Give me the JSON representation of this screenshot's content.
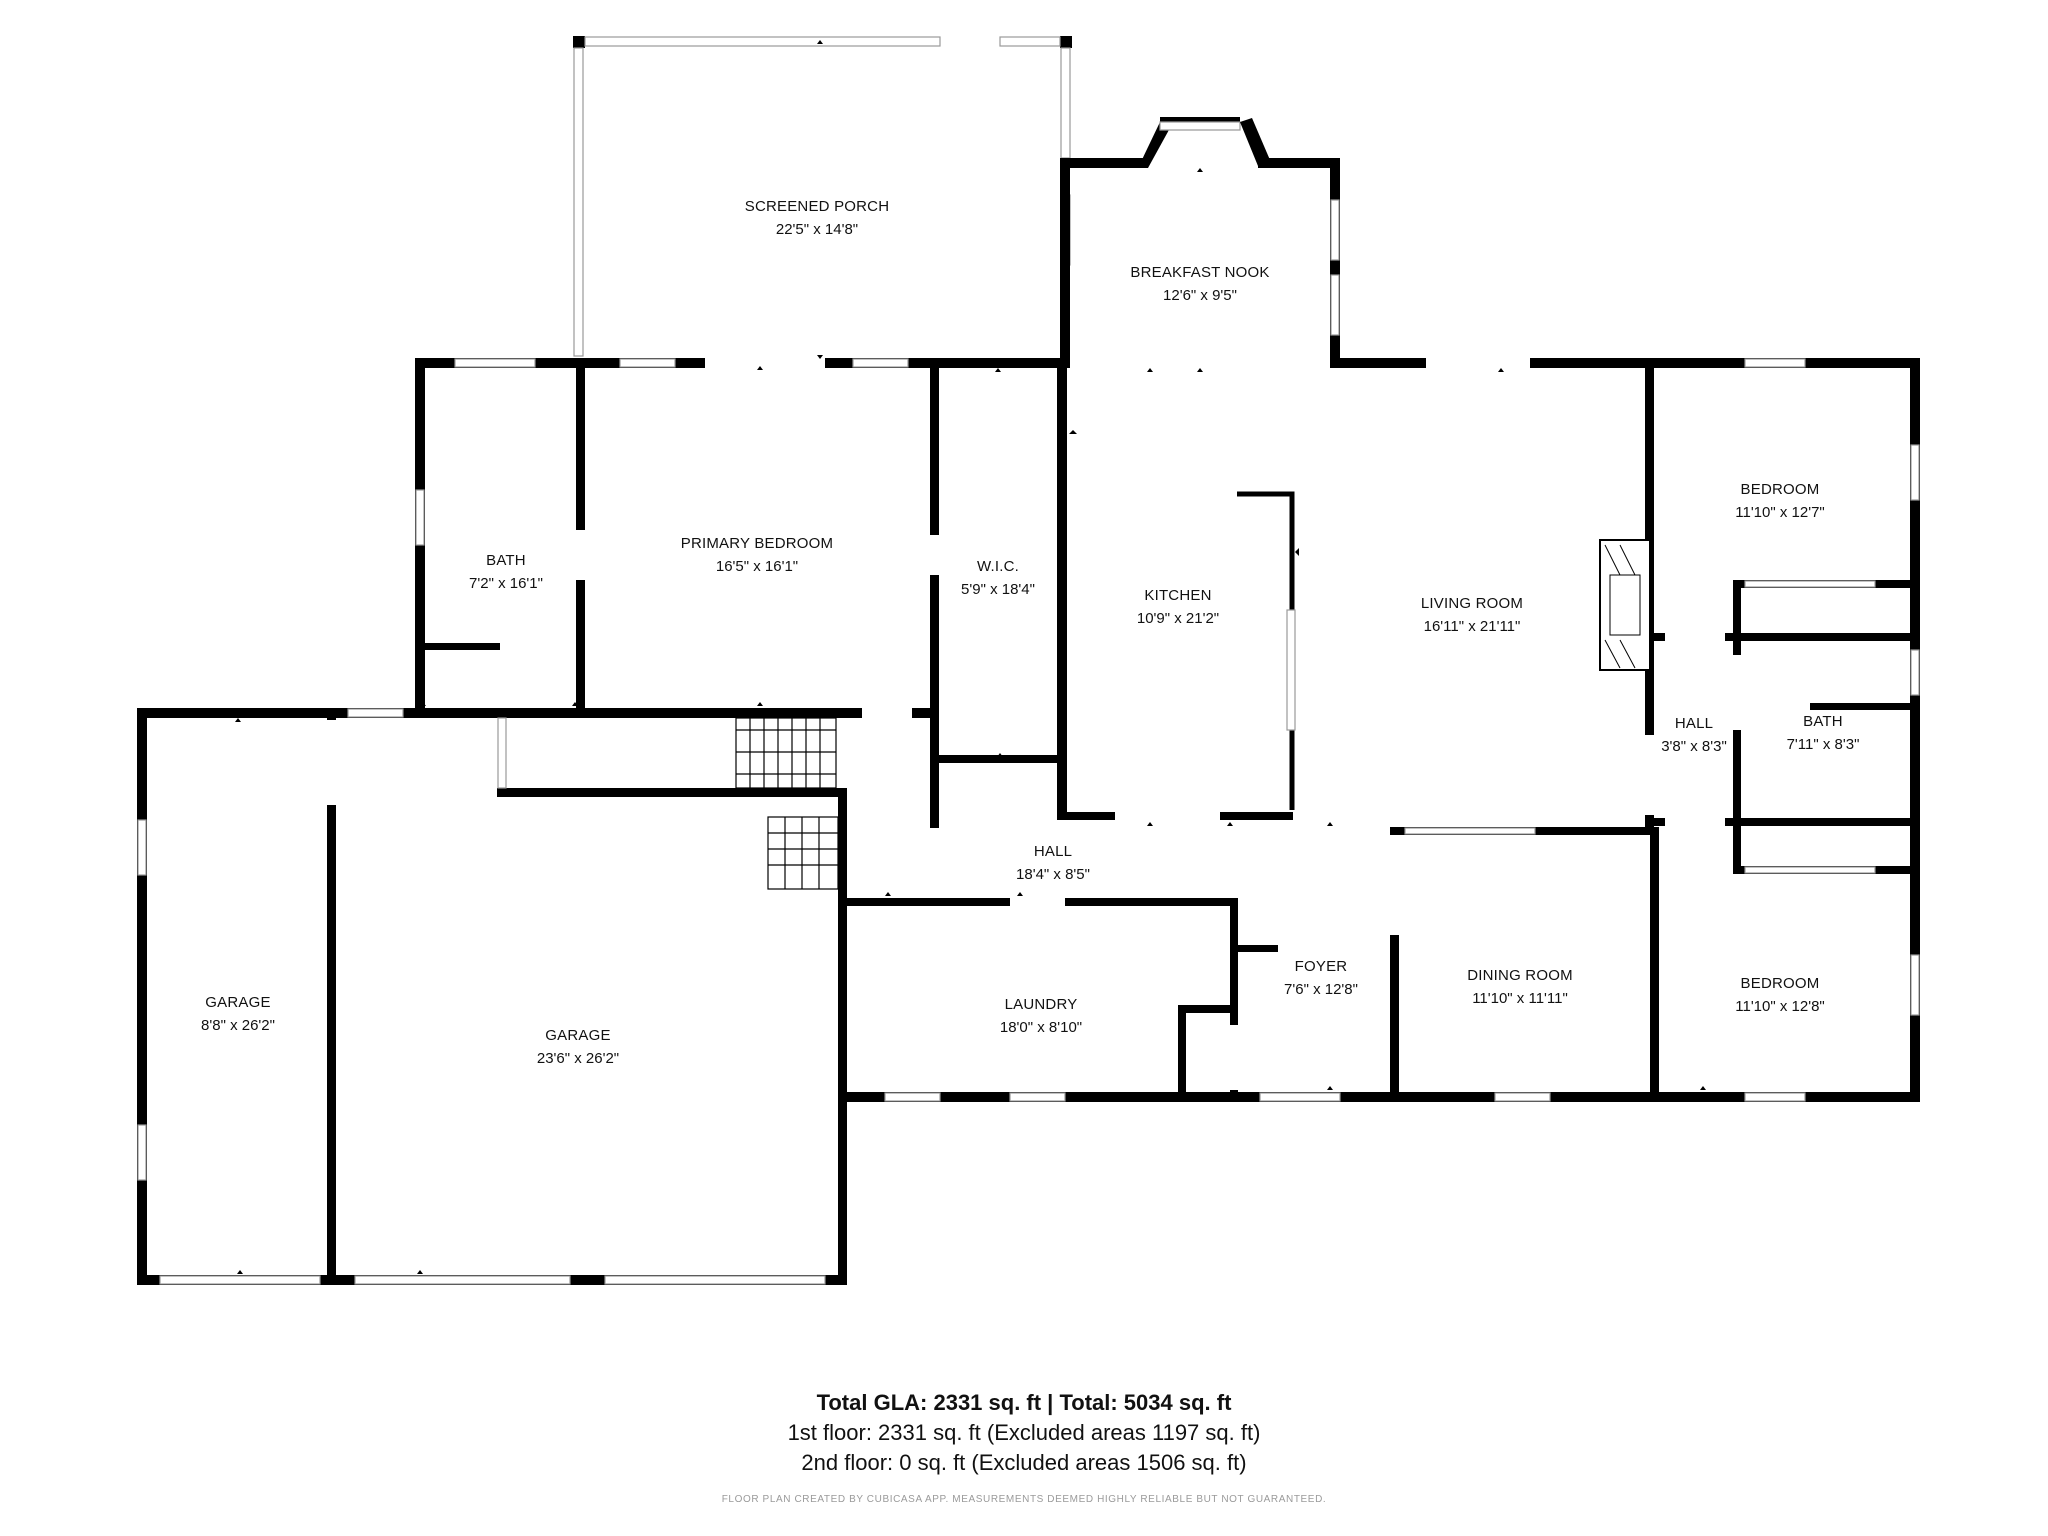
{
  "rooms": [
    {
      "name": "SCREENED PORCH",
      "dims": "22'5\" x 14'8\""
    },
    {
      "name": "BREAKFAST NOOK",
      "dims": "12'6\" x 9'5\""
    },
    {
      "name": "BATH",
      "dims": "7'2\" x 16'1\""
    },
    {
      "name": "PRIMARY BEDROOM",
      "dims": "16'5\" x 16'1\""
    },
    {
      "name": "W.I.C.",
      "dims": "5'9\" x 18'4\""
    },
    {
      "name": "KITCHEN",
      "dims": "10'9\" x 21'2\""
    },
    {
      "name": "LIVING ROOM",
      "dims": "16'11\" x 21'11\""
    },
    {
      "name": "BEDROOM",
      "dims": "11'10\" x 12'7\""
    },
    {
      "name": "HALL",
      "dims": "3'8\" x 8'3\""
    },
    {
      "name": "BATH",
      "dims": "7'11\" x 8'3\""
    },
    {
      "name": "HALL",
      "dims": "18'4\" x 8'5\""
    },
    {
      "name": "GARAGE",
      "dims": "8'8\" x 26'2\""
    },
    {
      "name": "GARAGE",
      "dims": "23'6\" x 26'2\""
    },
    {
      "name": "LAUNDRY",
      "dims": "18'0\" x 8'10\""
    },
    {
      "name": "FOYER",
      "dims": "7'6\" x 12'8\""
    },
    {
      "name": "DINING ROOM",
      "dims": "11'10\" x 11'11\""
    },
    {
      "name": "BEDROOM",
      "dims": "11'10\" x 12'8\""
    }
  ],
  "summary": {
    "total": "Total GLA: 2331 sq. ft | Total: 5034 sq. ft",
    "first_floor": "1st floor: 2331 sq. ft (Excluded areas 1197 sq. ft)",
    "second_floor": "2nd floor: 0 sq. ft (Excluded areas 1506 sq. ft)",
    "credit": "FLOOR PLAN CREATED BY CUBICASA APP. MEASUREMENTS DEEMED HIGHLY RELIABLE BUT NOT GUARANTEED."
  }
}
